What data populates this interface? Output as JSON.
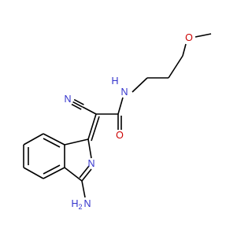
{
  "molecule": {
    "colors": {
      "carbon_bond": "#000000",
      "nitrogen": "#3333cc",
      "oxygen": "#cc0000",
      "background": "#ffffff"
    },
    "labels": {
      "cyano_n": "N",
      "amide_nh": "N",
      "amide_h": "H",
      "carbonyl_o": "O",
      "ether_o": "O",
      "ring_n": "N",
      "amino_h2": "H",
      "amino_sub2": "2",
      "amino_n": "N"
    }
  }
}
